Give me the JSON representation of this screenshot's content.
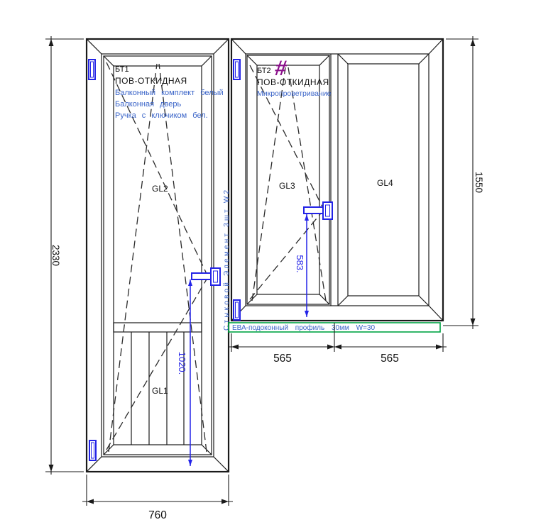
{
  "door_unit": {
    "id": "БТ1",
    "opening_type": "ПОВ-ОТКИДНАЯ",
    "spec_lines": [
      "Балконный комплект белый",
      "Балконная дверь",
      "Ручка с ключиком бел."
    ],
    "glass_label": "GL2",
    "panel_label": "GL1"
  },
  "window_unit": {
    "id": "БТ2",
    "opening_type": "ПОВ-ОТКИДНАЯ",
    "vent_symbol": "#",
    "spec_lines": [
      "Микропроветривание"
    ],
    "sash_glass_label": "GL3",
    "fixed_glass_label": "GL4"
  },
  "annotations": {
    "connector_note": "Стыковой Элемент 3шт W2",
    "sill_note": "ЕВА-подоконный профиль 30мм W=30"
  },
  "dimensions": {
    "total_height": "2330",
    "window_height": "1550",
    "door_width": "760",
    "sash_width": "565",
    "fixed_width": "565",
    "door_handle_offset": "1020.",
    "window_handle_offset": "583."
  },
  "colors": {
    "outline": "#1a1a1a",
    "hardware_blue": "#2323e6",
    "spec_text_blue": "#3a64c8",
    "dimension_blue": "#2424e8",
    "sill_green": "#00a344",
    "vent_purple": "#8a0f8a"
  }
}
